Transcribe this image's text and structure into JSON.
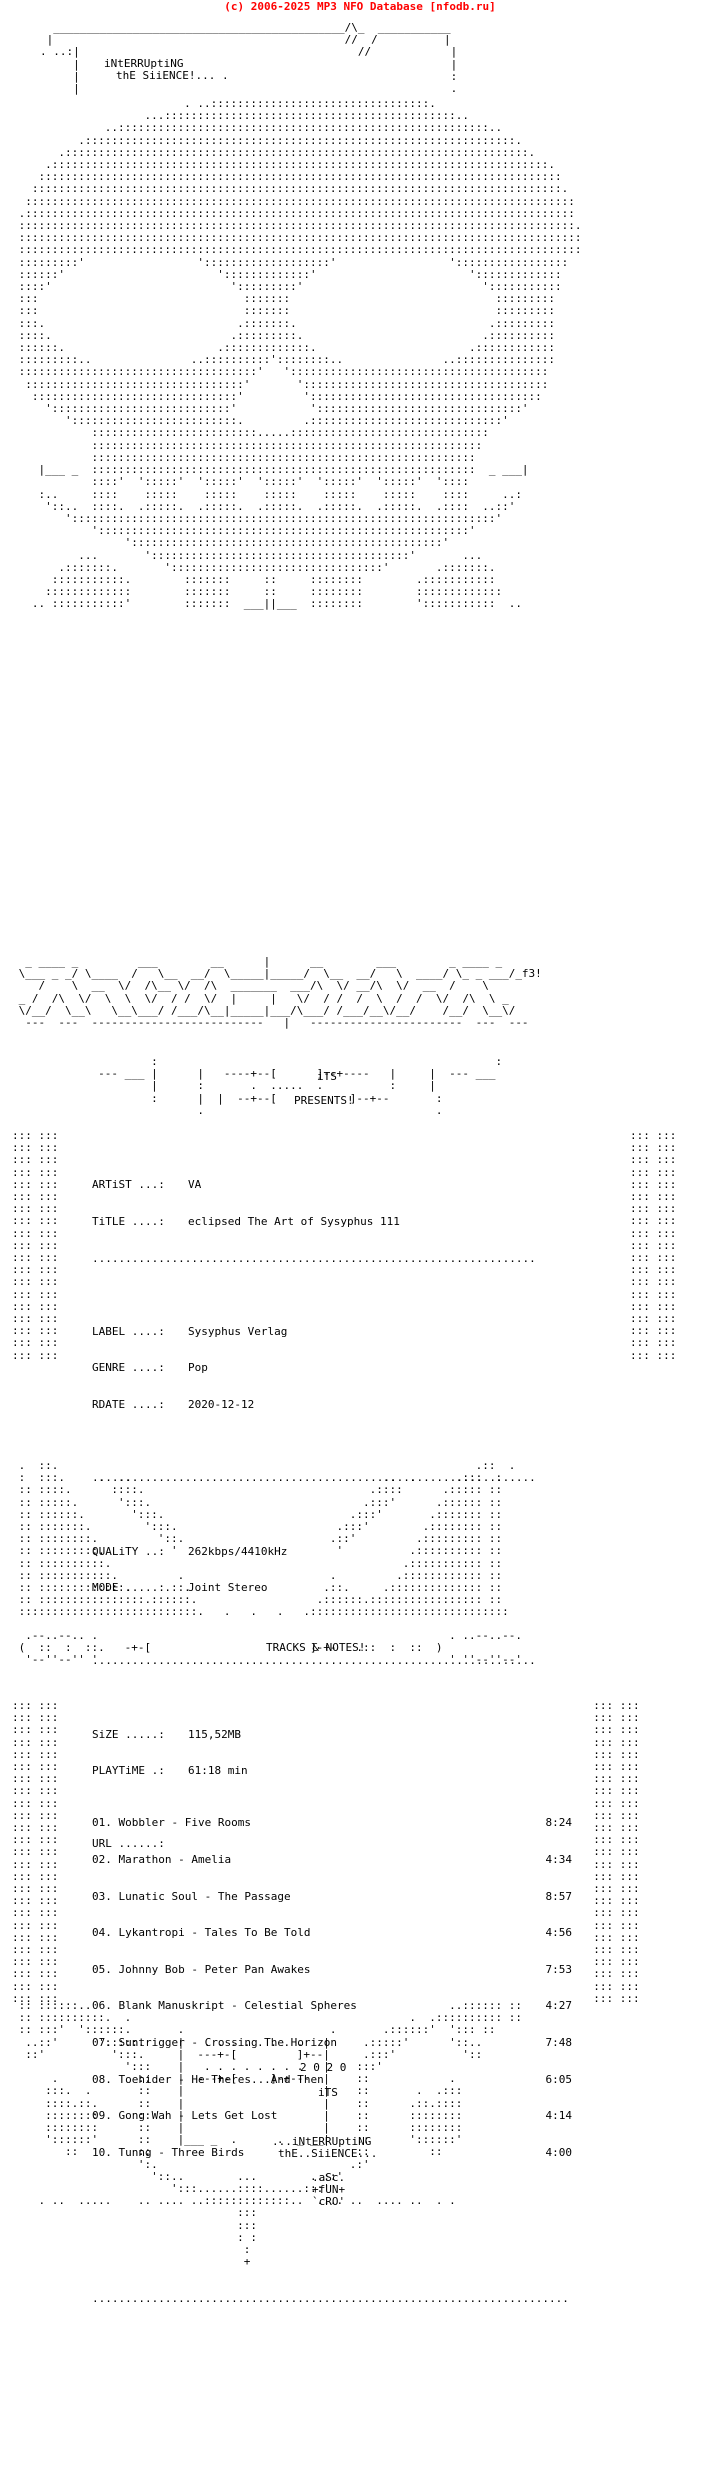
{
  "header": "(c) 2006-2025 MP3 NFO Database [nfodb.ru]",
  "banner": {
    "line1": "iNtERRUptiNG",
    "line2": "thE SiiENCE!... ."
  },
  "presents": {
    "tag": "iTS",
    "label": "PRESENTS!"
  },
  "release": {
    "artist_k": "ARTiST ...:",
    "artist_v": "VA",
    "title_k": "TiTLE ....:",
    "title_v": "eclipsed The Art of Sysyphus 111",
    "label_k": "LABEL ....:",
    "label_v": "Sysyphus Verlag",
    "genre_k": "GENRE ....:",
    "genre_v": "Pop",
    "rdate_k": "RDATE ....:",
    "rdate_v": "2020-12-12",
    "quality_k": "QUALiTY ..:",
    "quality_v": "262kbps/4410kHz",
    "mode_k": "MODE .....:",
    "mode_v": "Joint Stereo",
    "size_k": "SiZE .....:",
    "size_v": "115,52MB",
    "playtime_k": "PLAYTiME .:",
    "playtime_v": "61:18 min",
    "url_k": "URL ......:",
    "url_v": ""
  },
  "tracks_header": "TRACKS & NOTES!",
  "tracks": [
    {
      "title": "01. Wobbler - Five Rooms",
      "time": "8:24"
    },
    {
      "title": "02. Marathon - Amelia",
      "time": "4:34"
    },
    {
      "title": "03. Lunatic Soul - The Passage",
      "time": "8:57"
    },
    {
      "title": "04. Lykantropi - Tales To Be Told",
      "time": "4:56"
    },
    {
      "title": "05. Johnny Bob - Peter Pan Awakes",
      "time": "7:53"
    },
    {
      "title": "06. Blank Manuskript - Celestial Spheres",
      "time": "4:27"
    },
    {
      "title": "07. Suntrigger - Crossing The Horizon",
      "time": "7:48"
    },
    {
      "title": "08. Toehider - He Theres...And Then",
      "time": "6:05"
    },
    {
      "title": "09. Gong Wah - Lets Get Lost",
      "time": "4:14"
    },
    {
      "title": "10. Tunng - Three Birds",
      "time": "4:00"
    }
  ],
  "footer": {
    "year": "2 0 2 0",
    "tag": "iTS",
    "line1": "...iNtERRUptiNG",
    "line2": "thE..SiiENCE...",
    "sig1": ".aSc.",
    "sig2": "+fUN+",
    "sig3": "`cRO'"
  }
}
